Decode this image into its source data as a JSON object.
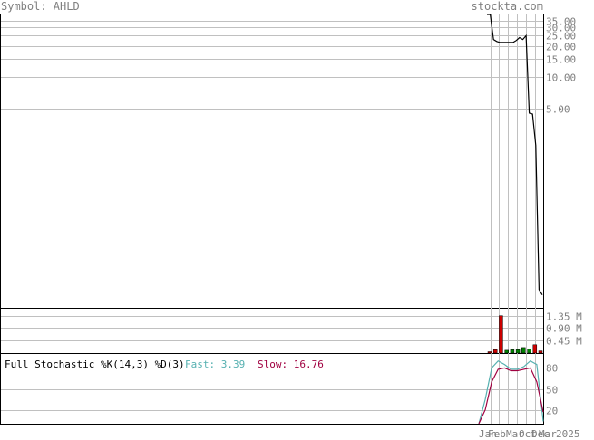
{
  "header": {
    "symbol_label": "Symbol: AHLD",
    "brand": "stockta.com"
  },
  "price_panel": {
    "tick_labels": [
      "35.00",
      "30.00",
      "25.00",
      "20.00",
      "15.00",
      "10.00",
      "5.00"
    ]
  },
  "volume_panel": {
    "tick_labels": [
      "1.35 M",
      "0.90 M",
      "0.45 M"
    ]
  },
  "stochastic_panel": {
    "title": "Full Stochastic %K(14,3) %D(3)",
    "fast_label": "Fast: 3.39",
    "slow_label": "Slow: 16.76",
    "tick_labels": [
      "80",
      "50",
      "20"
    ]
  },
  "x_axis": {
    "labels": [
      "Jan",
      "Feb",
      "Mar",
      "Oct",
      "Dec",
      "Mar",
      "2025"
    ]
  },
  "colors": {
    "price_line": "#000000",
    "grid": "#c0c0c0",
    "volume_up": "#008000",
    "volume_down": "#cc0000",
    "fast_line": "#55b0b0",
    "slow_line": "#a00040",
    "tick_text": "#808080"
  },
  "chart_data": [
    {
      "type": "line",
      "name": "price",
      "scale": "log",
      "ylim": [
        0.06,
        40
      ],
      "y_ticks": [
        35,
        30,
        25,
        20,
        15,
        10,
        5
      ],
      "values": [
        40,
        40,
        23,
        22,
        21.5,
        21.5,
        21.5,
        21.5,
        21.5,
        22.5,
        24,
        23,
        25,
        4.5,
        4.4,
        2.2,
        0.09,
        0.08
      ]
    },
    {
      "type": "bar",
      "name": "volume",
      "ylim": [
        0,
        1.6
      ],
      "y_ticks": [
        1.35,
        0.9,
        0.45
      ],
      "values": [
        0.05,
        0.12,
        1.35,
        0.1,
        0.12,
        0.12,
        0.2,
        0.15,
        0.3,
        0.08
      ],
      "colors": [
        "down",
        "down",
        "down",
        "up",
        "up",
        "up",
        "up",
        "up",
        "down",
        "down"
      ]
    },
    {
      "type": "line",
      "name": "stochastic",
      "ylim": [
        0,
        100
      ],
      "y_ticks": [
        80,
        50,
        20
      ],
      "series": [
        {
          "name": "Fast",
          "values": [
            0,
            35,
            80,
            90,
            85,
            78,
            78,
            82,
            90,
            85,
            3.39
          ]
        },
        {
          "name": "Slow",
          "values": [
            0,
            20,
            60,
            78,
            80,
            76,
            76,
            78,
            80,
            60,
            16.76
          ]
        }
      ]
    }
  ]
}
